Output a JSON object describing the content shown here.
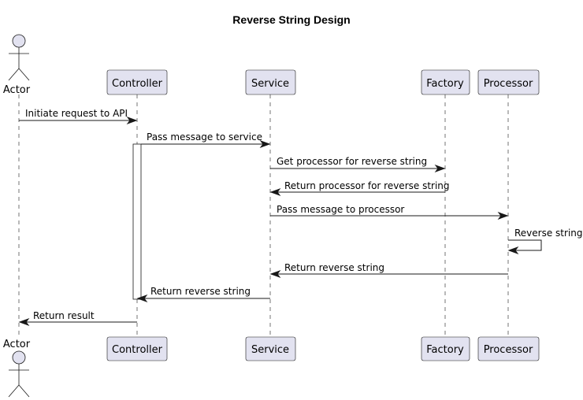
{
  "title": "Reverse String Design",
  "actor": {
    "label": "Actor"
  },
  "participants": [
    {
      "id": "controller",
      "label": "Controller"
    },
    {
      "id": "service",
      "label": "Service"
    },
    {
      "id": "factory",
      "label": "Factory"
    },
    {
      "id": "processor",
      "label": "Processor"
    }
  ],
  "messages": [
    {
      "from": "actor",
      "to": "controller",
      "text": "Initiate request to API"
    },
    {
      "from": "controller",
      "to": "service",
      "text": "Pass message to service"
    },
    {
      "from": "service",
      "to": "factory",
      "text": "Get processor for reverse string"
    },
    {
      "from": "factory",
      "to": "service",
      "text": "Return processor for reverse string"
    },
    {
      "from": "service",
      "to": "processor",
      "text": "Pass message to processor"
    },
    {
      "from": "processor",
      "to": "processor",
      "text": "Reverse string"
    },
    {
      "from": "processor",
      "to": "service",
      "text": "Return reverse string"
    },
    {
      "from": "service",
      "to": "controller",
      "text": "Return reverse string"
    },
    {
      "from": "controller",
      "to": "actor",
      "text": "Return result"
    }
  ],
  "colors": {
    "participant_fill": "#e2e2f0",
    "line": "#181818"
  }
}
